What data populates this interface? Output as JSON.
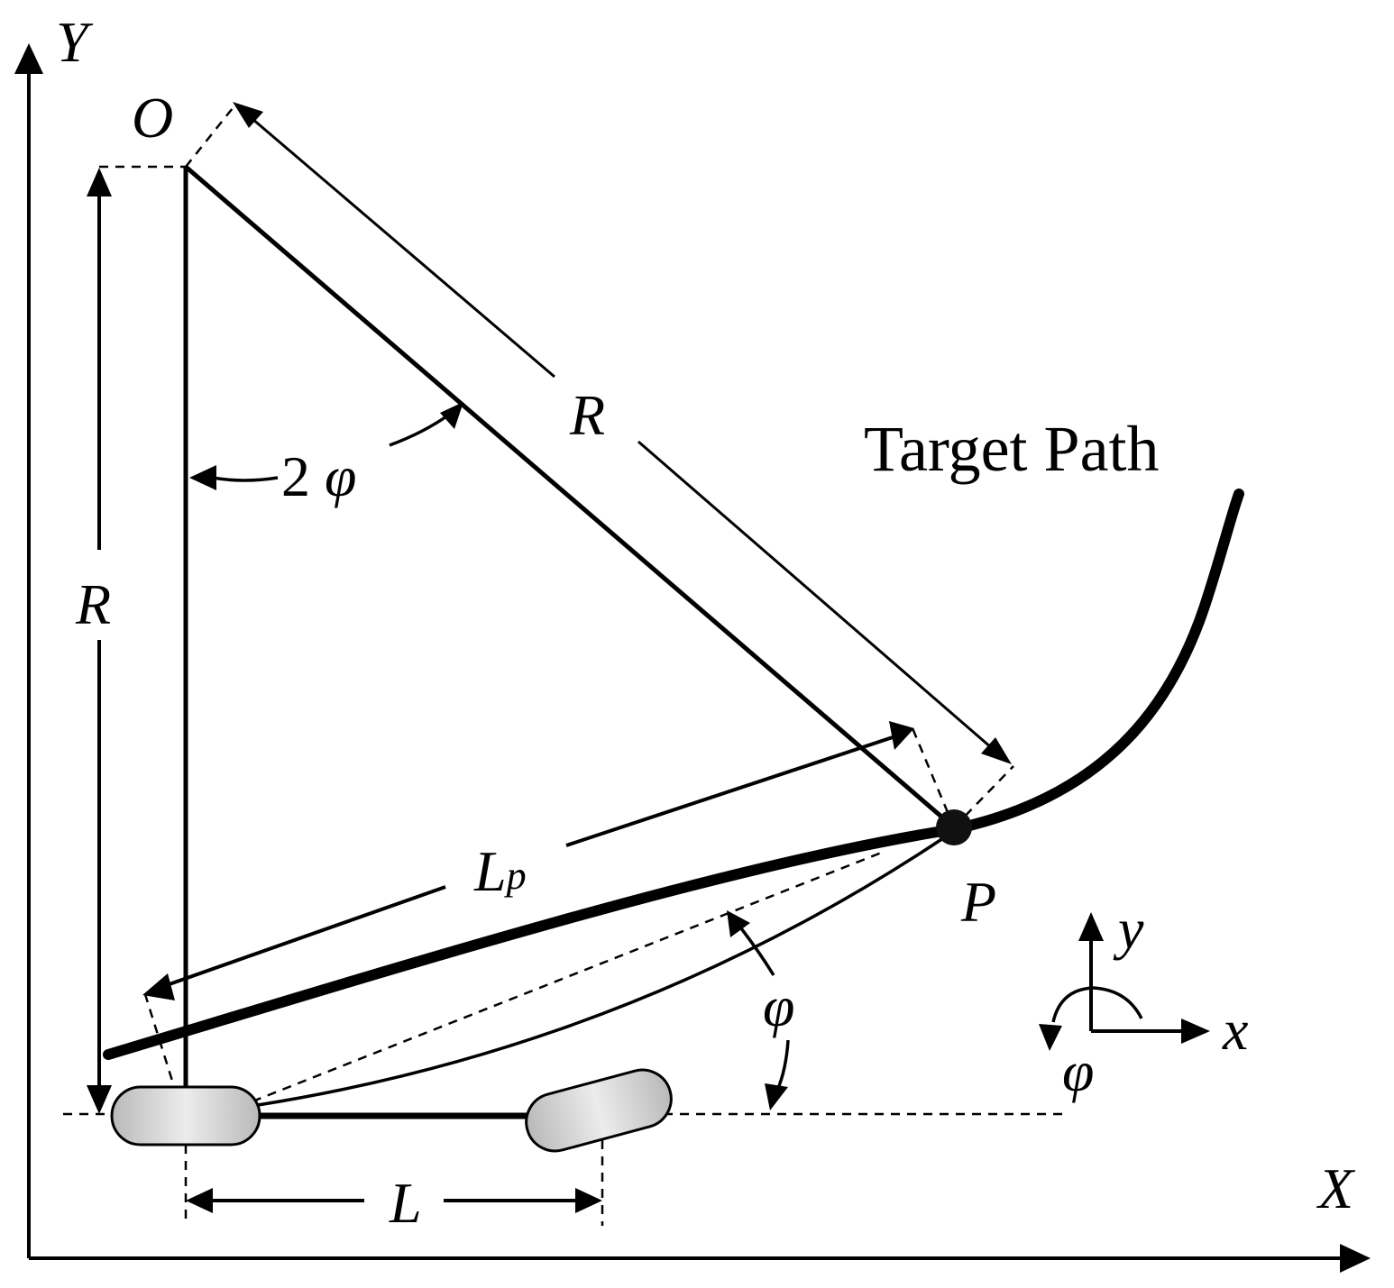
{
  "labels": {
    "axis_x": "X",
    "axis_y": "Y",
    "origin": "O",
    "radius_left": "R",
    "radius_diag": "R",
    "angle_2phi_num": "2",
    "angle_2phi_sym": "φ",
    "lookahead_main": "L",
    "lookahead_sub": "p",
    "target_path": "Target Path",
    "point_p": "P",
    "heading_phi": "φ",
    "wheelbase": "L",
    "local_x": "x",
    "local_y": "y",
    "local_phi": "φ"
  }
}
